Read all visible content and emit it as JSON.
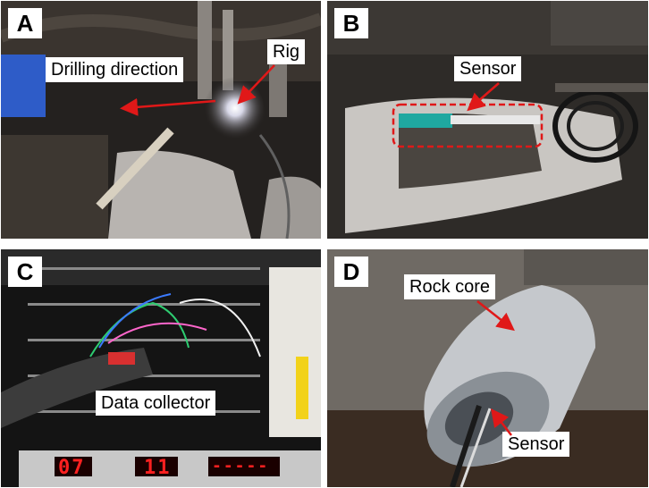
{
  "panels": {
    "a": {
      "letter": "A",
      "labels": {
        "drilling_direction": "Drilling direction",
        "rig": "Rig"
      }
    },
    "b": {
      "letter": "B",
      "labels": {
        "sensor": "Sensor"
      }
    },
    "c": {
      "letter": "C",
      "labels": {
        "data_collector": "Data collector"
      },
      "display": {
        "left": "07",
        "center": "11",
        "right": "-----"
      }
    },
    "d": {
      "letter": "D",
      "labels": {
        "rock_core": "Rock core",
        "sensor": "Sensor"
      }
    }
  },
  "colors": {
    "arrow": "#e01818",
    "box": "#e01818",
    "led": "#ff2020"
  }
}
